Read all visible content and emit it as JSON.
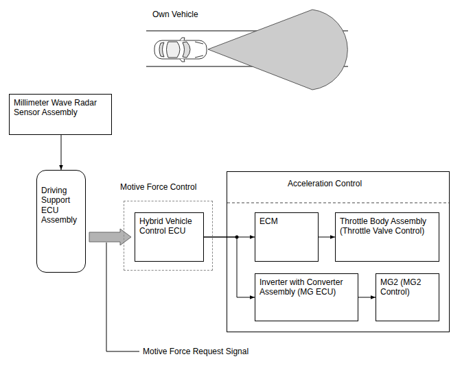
{
  "diagram": {
    "nodes": [
      {
        "text": [
          "Millimeter Wave Radar Sensor Assembly"
        ]
      },
      {
        "text": [
          "Driving Support ECU Assembly"
        ]
      },
      {
        "text": [
          "Motive Force Control"
        ]
      },
      {
        "text": [
          "Hybrid Vehicle Control ECU"
        ],
        "in": 2
      },
      {
        "text": [
          "Acceleration Control"
        ]
      },
      {
        "text": [
          "ECM"
        ],
        "in": 4
      },
      {
        "text": [
          "Throttle Body Assembly (Throttle Valve Control)"
        ],
        "in": 4
      },
      {
        "text": [
          "Inverter with Converter Assembly (MG ECU)"
        ],
        "in": 4
      },
      {
        "text": [
          "MG2 (MG2 Control)"
        ],
        "in": 4
      }
    ],
    "edges": [
      {
        "from": 0,
        "to": 1,
        "arrow": "to"
      },
      {
        "from": 1,
        "to": 3,
        "arrow": "to"
      },
      {
        "from": 3,
        "to": 5,
        "arrow": "to"
      },
      {
        "from": 3,
        "to": 7,
        "arrow": "to"
      },
      {
        "from": 5,
        "to": 6,
        "arrow": "to"
      },
      {
        "from": 7,
        "to": 8,
        "arrow": "to"
      }
    ],
    "labels": [
      "Own Vehicle",
      "Motive Force Request Signal"
    ]
  }
}
